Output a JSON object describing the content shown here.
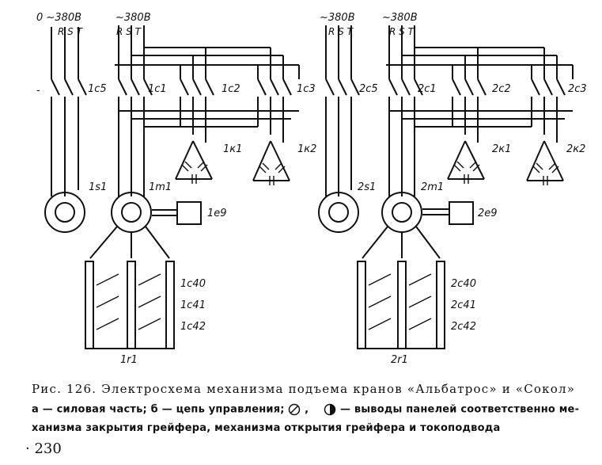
{
  "labels": {
    "supply_a": "0 ~380В",
    "supply_b": "~380В",
    "supply_c": "~380В",
    "supply_d": "~380В",
    "phases": "R S T",
    "left": {
      "c5": "1c5",
      "c1": "1c1",
      "c2": "1c2",
      "c3": "1c3",
      "k1": "1к1",
      "k2": "1к2",
      "s1": "1s1",
      "m1": "1m1",
      "e9": "1e9",
      "c40": "1c40",
      "c41": "1c41",
      "c42": "1c42",
      "r1": "1r1",
      "dash": "-"
    },
    "right": {
      "c5": "2c5",
      "c1": "2c1",
      "c2": "2c2",
      "c3": "2c3",
      "k1": "2к1",
      "k2": "2к2",
      "s1": "2s1",
      "m1": "2m1",
      "e9": "2e9",
      "c40": "2c40",
      "c41": "2c41",
      "c42": "2c42",
      "r1": "2r1"
    }
  },
  "caption": {
    "title": "Рис. 126. Электросхема механизма подъема кранов «Альбатрос» и «Сокол»",
    "legend_part1": "а — силовая часть; б — цепь управления;",
    "legend_part2": "— выводы панелей соответственно ме-",
    "legend_line2": "ханизма закрытия грейфера, механизма открытия грейфера и токоподвода"
  },
  "page_number": "· 230",
  "icons": [
    "crossed-circle-icon",
    "half-filled-circle-icon"
  ]
}
